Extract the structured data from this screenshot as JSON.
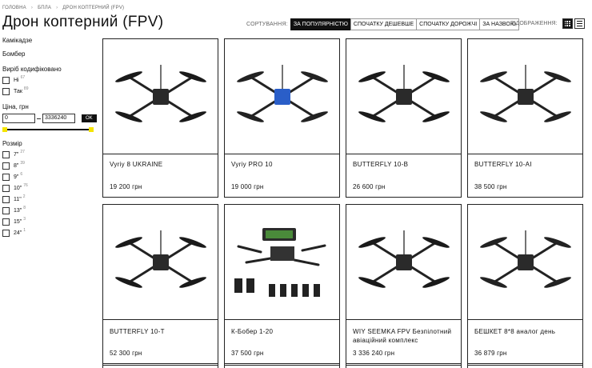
{
  "breadcrumbs": [
    "ГОЛОВНА",
    "БПЛА",
    "ДРОН КОПТЕРНИЙ (FPV)"
  ],
  "page_title": "Дрон коптерний (FPV)",
  "sort": {
    "label": "СОРТУВАННЯ:",
    "options": [
      "ЗА ПОПУЛЯРНІСТЮ",
      "СПОЧАТКУ ДЕШЕВШЕ",
      "СПОЧАТКУ ДОРОЖЧІ",
      "ЗА НАЗВОЮ"
    ],
    "active_index": 0
  },
  "view": {
    "label": "ВІДОБРАЖЕННЯ:",
    "active": "grid"
  },
  "sidebar": {
    "links": [
      "Камікадзе",
      "Бомбер"
    ],
    "encoding": {
      "title": "Виріб кодифіковано",
      "options": [
        {
          "label": "Ні",
          "count": "67"
        },
        {
          "label": "Так",
          "count": "89"
        }
      ]
    },
    "price": {
      "title": "Ціна, грн",
      "min": "0",
      "max": "3336240",
      "ok_label": "OK",
      "range_fraction": [
        0,
        1
      ]
    },
    "size": {
      "title": "Розмір",
      "options": [
        {
          "label": "7\"",
          "count": "27"
        },
        {
          "label": "8\"",
          "count": "39"
        },
        {
          "label": "9\"",
          "count": "6"
        },
        {
          "label": "10\"",
          "count": "76"
        },
        {
          "label": "11\"",
          "count": "2"
        },
        {
          "label": "13\"",
          "count": "8"
        },
        {
          "label": "15\"",
          "count": "3"
        },
        {
          "label": "24\"",
          "count": "1"
        }
      ]
    }
  },
  "products": [
    {
      "name": "Vyriy 8 UKRAINE",
      "price": "19 200 грн",
      "icon": "drone-image"
    },
    {
      "name": "Vyriy PRO 10",
      "price": "19 000 грн",
      "icon": "drone-image"
    },
    {
      "name": "BUTTERFLY 10-B",
      "price": "26 600 грн",
      "icon": "drone-image"
    },
    {
      "name": "BUTTERFLY 10-AI",
      "price": "38 500 грн",
      "icon": "drone-image"
    },
    {
      "name": "BUTTERFLY 10-T",
      "price": "52 300 грн",
      "icon": "drone-image"
    },
    {
      "name": "К-Бобер 1-20",
      "price": "37 500 грн",
      "icon": "drone-kit-image"
    },
    {
      "name": "WIY SEEMKA FPV Безпілотний авіаційний комплекс",
      "price": "3 336 240 грн",
      "icon": "drone-image"
    },
    {
      "name": "БЕШКЕТ 8*8 аналог день",
      "price": "36 879 грн",
      "icon": "drone-image"
    }
  ],
  "colors": {
    "accent_yellow": "#f5e400",
    "ink": "#111111"
  }
}
